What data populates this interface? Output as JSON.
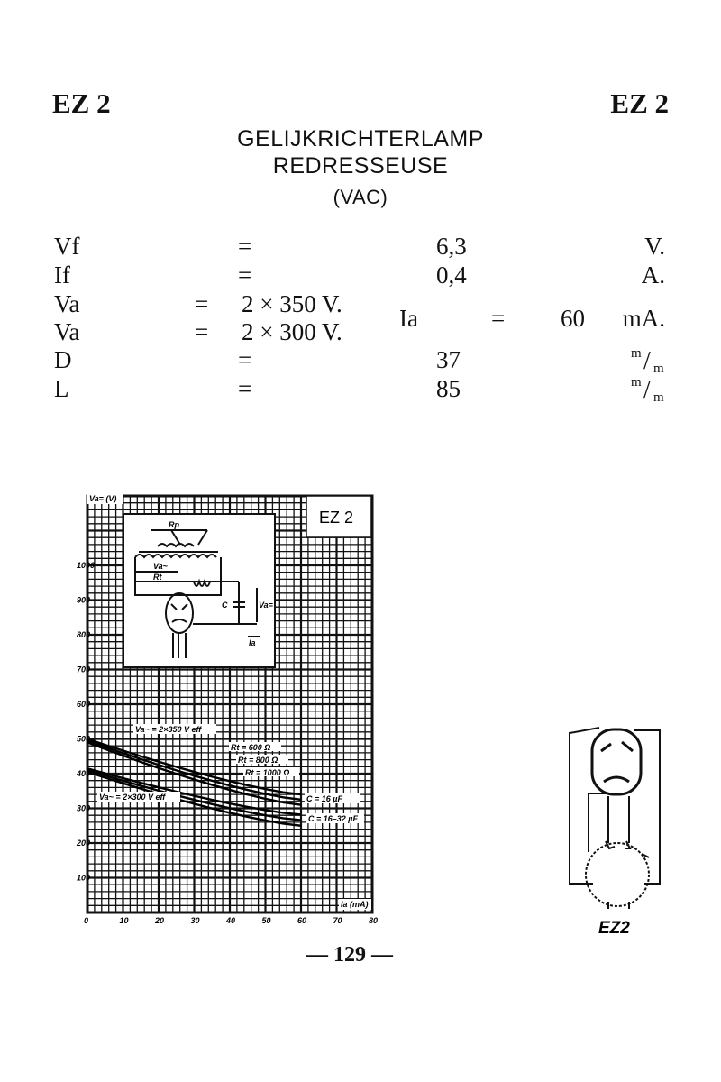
{
  "header": {
    "code_left": "EZ 2",
    "code_right": "EZ 2",
    "title_nl": "GELIJKRICHTERLAMP",
    "title_fr": "REDRESSEUSE",
    "subtitle": "(VAC)"
  },
  "specs": [
    {
      "label": "Vf",
      "eq": "=",
      "value": "6,3",
      "unit": "V."
    },
    {
      "label": "If",
      "eq": "=",
      "value": "0,4",
      "unit": "A."
    },
    {
      "label": "Va",
      "eq": "=",
      "value": "2 × 350 V."
    },
    {
      "label": "Va",
      "eq": "=",
      "value": "2 × 300 V."
    },
    {
      "label": "D",
      "eq": "=",
      "value": "37",
      "unit_num": "m",
      "unit_den": "m"
    },
    {
      "label": "L",
      "eq": "=",
      "value": "85",
      "unit_num": "m",
      "unit_den": "m"
    }
  ],
  "ia": {
    "label": "Ia",
    "eq": "=",
    "value": "60",
    "unit": "mA."
  },
  "chart_data": {
    "type": "line",
    "title": "EZ 2",
    "xlabel": "Ia (mA)",
    "ylabel": "Va= (V)",
    "xlim": [
      0,
      80
    ],
    "ylim": [
      0,
      1200
    ],
    "x_ticks": [
      "0",
      "10",
      "20",
      "30",
      "40",
      "50",
      "60",
      "70",
      "80"
    ],
    "y_ticks": [
      "100",
      "200",
      "300",
      "400",
      "500",
      "600",
      "700",
      "800",
      "900",
      "1000"
    ],
    "grid": true,
    "x": [
      0,
      60
    ],
    "series": [
      {
        "name": "Va~ = 2×350 V eff, Rt = 600 Ω",
        "values": [
          500,
          340
        ]
      },
      {
        "name": "Va~ = 2×350 V eff, Rt = 800 Ω",
        "values": [
          495,
          325
        ]
      },
      {
        "name": "Va~ = 2×350 V eff, Rt = 1000 Ω",
        "values": [
          490,
          310
        ]
      },
      {
        "name": "Va~ = 2×300 V eff, Rt = 600 Ω",
        "values": [
          415,
          282
        ]
      },
      {
        "name": "Va~ = 2×300 V eff, Rt = 800 Ω",
        "values": [
          410,
          266
        ]
      },
      {
        "name": "Va~ = 2×300 V eff, Rt = 1000 Ω",
        "values": [
          405,
          250
        ]
      }
    ],
    "annotations": {
      "upper_set": "Va~ = 2×350 V eff",
      "lower_set": "Va~ = 2×300 V eff",
      "rt1": "Rt = 600 Ω",
      "rt2": "Rt = 800 Ω",
      "rt3": "Rt = 1000 Ω",
      "c_upper": "C = 16 µF",
      "c_lower": "C = 16–32 µF"
    },
    "inset_labels": {
      "rp": "Rp",
      "va": "Va~",
      "rt": "Rt",
      "c": "C",
      "vout": "Va=",
      "ia": "Ia"
    }
  },
  "base_diagram_label": "EZ2",
  "footer": {
    "page": "— 129 —"
  }
}
